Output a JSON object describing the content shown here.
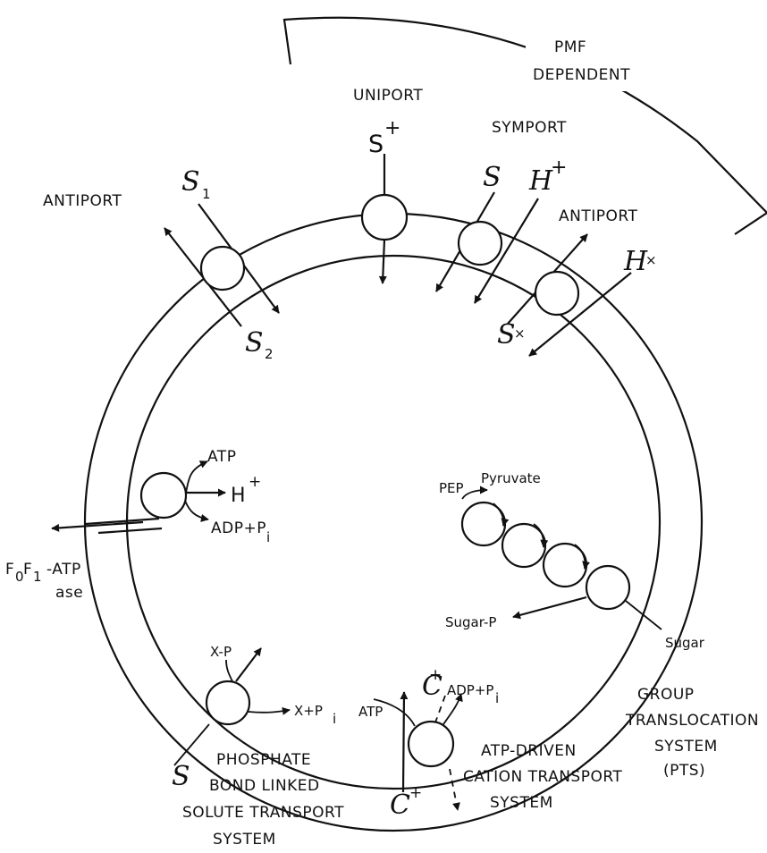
{
  "pmf": {
    "line1": "PMF",
    "line2": "DEPENDENT"
  },
  "uniport": {
    "title": "UNIPORT",
    "substrate": "S",
    "charge": "+"
  },
  "symport": {
    "title": "SYMPORT",
    "substrate": "S",
    "ion": "H",
    "ion_mark": "+"
  },
  "antiport_left": {
    "title": "ANTIPORT",
    "s_top": "S",
    "s_top_sub": "1",
    "s_bottom": "S",
    "s_bottom_sub": "2"
  },
  "antiport_right": {
    "title": "ANTIPORT",
    "ion": "H",
    "ion_mark": "×",
    "s": "S",
    "s_mark": "×"
  },
  "atpase": {
    "atp": "ATP",
    "h": "H",
    "h_charge": "+",
    "adp": "ADP+P",
    "adp_sub": "i",
    "name_f0": "F",
    "name_0": "0",
    "name_f1": "F",
    "name_1": "1",
    "name_rest": "-ATP",
    "name_ase": "ase"
  },
  "pts": {
    "pep": "PEP",
    "pyruvate": "Pyruvate",
    "sugar_p": "Sugar-P",
    "sugar": "Sugar",
    "title1": "GROUP",
    "title2": "TRANSLOCATION",
    "title3": "SYSTEM",
    "title4": "(PTS)"
  },
  "phosphate": {
    "xp": "X-P",
    "xpi": "X+P",
    "xpi_sub": "i",
    "s": "S",
    "title1": "PHOSPHATE",
    "title2": "BOND LINKED",
    "title3": "SOLUTE TRANSPORT",
    "title4": "SYSTEM"
  },
  "atp_driven": {
    "atp": "ATP",
    "c_top": "C",
    "c_top_charge": "+",
    "adp": "ADP+P",
    "adp_sub": "i",
    "c_bottom": "C",
    "c_bottom_charge": "+",
    "title1": "ATP-DRIVEN",
    "title2": "CATION TRANSPORT",
    "title3": "SYSTEM"
  }
}
